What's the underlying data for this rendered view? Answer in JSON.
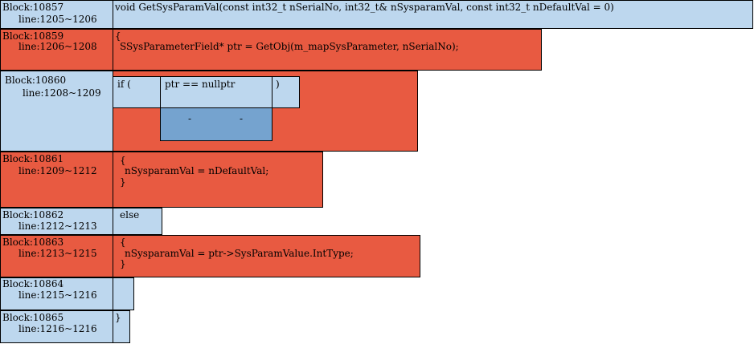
{
  "colors": {
    "blue": "#bdd7ee",
    "red": "#e85a41",
    "dark_blue": "#75a3cf"
  },
  "blocks": [
    {
      "block": "Block:10857",
      "lines": "line:1205~1206",
      "code": [
        "void GetSysParamVal(const int32_t nSerialNo, int32_t& nSysparamVal, const int32_t nDefaultVal = 0)"
      ]
    },
    {
      "block": "Block:10859",
      "lines": "line:1206~1208",
      "code": [
        "{",
        "SSysParameterField* ptr = GetObj(m_mapSysParameter, nSerialNo);"
      ]
    },
    {
      "block": "Block:10860",
      "lines": "line:1208~1209",
      "code": [
        "if (",
        "ptr == nullptr",
        ")",
        "-",
        "-"
      ]
    },
    {
      "block": "Block:10861",
      "lines": "line:1209~1212",
      "code": [
        "{",
        "nSysparamVal = nDefaultVal;",
        "}"
      ]
    },
    {
      "block": "Block:10862",
      "lines": "line:1212~1213",
      "code": [
        "else"
      ]
    },
    {
      "block": "Block:10863",
      "lines": "line:1213~1215",
      "code": [
        "{",
        "nSysparamVal = ptr->SysParamValue.IntType;",
        "}"
      ]
    },
    {
      "block": "Block:10864",
      "lines": "line:1215~1216",
      "code": []
    },
    {
      "block": "Block:10865",
      "lines": "line:1216~1216",
      "code": [
        "}"
      ]
    }
  ]
}
